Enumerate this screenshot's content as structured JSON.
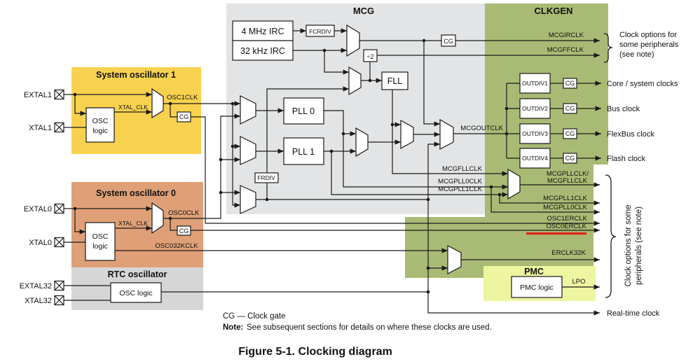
{
  "figure": {
    "caption": "Figure 5-1. Clocking diagram",
    "legend": "CG — Clock gate",
    "note_label": "Note:",
    "note_text": "See subsequent sections for details on where these clocks are used."
  },
  "regions": {
    "mcg_title": "MCG",
    "clkgen_title": "CLKGEN",
    "sysosc1_title": "System oscillator 1",
    "sysosc0_title": "System oscillator 0",
    "rtcosc_title": "RTC oscillator",
    "pmc_title": "PMC"
  },
  "pins": {
    "extal1": "EXTAL1",
    "xtal1": "XTAL1",
    "extal0": "EXTAL0",
    "xtal0": "XTAL0",
    "extal32": "EXTAL32",
    "xtal32": "XTAL32"
  },
  "blocks": {
    "osc_line1": "OSC",
    "osc_line2": "logic",
    "osc_single": "OSC logic",
    "irc_fast": "4 MHz IRC",
    "irc_slow": "32 kHz IRC",
    "fcrdiv": "FCRDIV",
    "frdiv": "FRDIV",
    "div2": "÷2",
    "fll": "FLL",
    "pll0": "PLL 0",
    "pll1": "PLL 1",
    "outdiv1": "OUTDIV1",
    "outdiv2": "OUTDIV2",
    "outdiv3": "OUTDIV3",
    "outdiv4": "OUTDIV4",
    "cg": "CG",
    "pmc_logic": "PMC logic"
  },
  "signals": {
    "xtal_clk": "XTAL_CLK",
    "osc1clk": "OSC1CLK",
    "osc0clk": "OSC0CLK",
    "osc032kclk": "OSC032KCLK",
    "mcgirclk": "MCGIRCLK",
    "mcgffclk": "MCGFFCLK",
    "mcgoutclk": "MCGOUTCLK",
    "mcgfllclk": "MCGFLLCLK",
    "mcgpll0clk": "MCGPLL0CLK",
    "mcgpll1clk": "MCGPLL1CLK",
    "mcgpllclk_line1": "MCGPLLCLK/",
    "mcgpllclk_line2": "MCGFLLCLK",
    "out_mcgpll1clk": "MCGPLL1CLK",
    "out_mcgpll0clk": "MCGPLL0CLK",
    "osc1erclk": "OSC1ERCLK",
    "osc0erclk": "OSC0ERCLK",
    "erclk32k": "ERCLK32K",
    "lpo": "LPO"
  },
  "outputs": {
    "core": "Core / system clocks",
    "bus": "Bus clock",
    "flexbus": "FlexBus clock",
    "flash": "Flash clock",
    "rtc": "Real-time clock"
  },
  "annotations": {
    "top_note": [
      "Clock options for",
      "some peripherals",
      "(see note)"
    ],
    "side_note": [
      "Clock options for some",
      "peripherals (see note)"
    ]
  },
  "colors": {
    "sysosc1_bg": "#f8d14e",
    "sysosc0_bg": "#dfa077",
    "rtcosc_bg": "#d6d6d7",
    "mcg_bg": "#e3e4e5",
    "clkgen_bg": "#a9ba74",
    "pmc_bg": "#edf5a0",
    "block_fill": "#d4d5d6",
    "line": "#1a1a1a",
    "highlight_underline": "#e02419"
  }
}
